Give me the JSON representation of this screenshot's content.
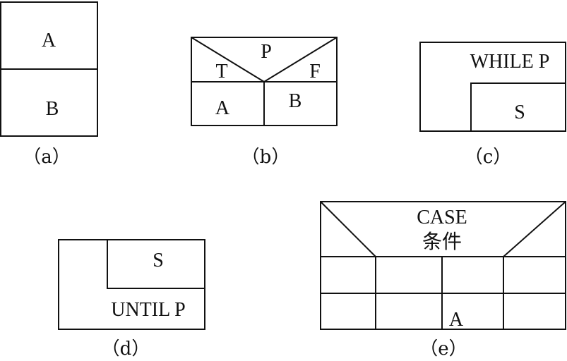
{
  "diagrams": {
    "a": {
      "caption": "（a）",
      "label_top": "A",
      "label_bottom": "B"
    },
    "b": {
      "caption": "（b）",
      "condition": "P",
      "true_label": "T",
      "false_label": "F",
      "left_block": "A",
      "right_block": "B"
    },
    "c": {
      "caption": "（c）",
      "header": "WHILE P",
      "body": "S"
    },
    "d": {
      "caption": "（d）",
      "body": "S",
      "footer": "UNTIL P"
    },
    "e": {
      "caption": "（e）",
      "header_line1": "CASE",
      "header_line2": "条件",
      "cell_label": "A"
    }
  }
}
